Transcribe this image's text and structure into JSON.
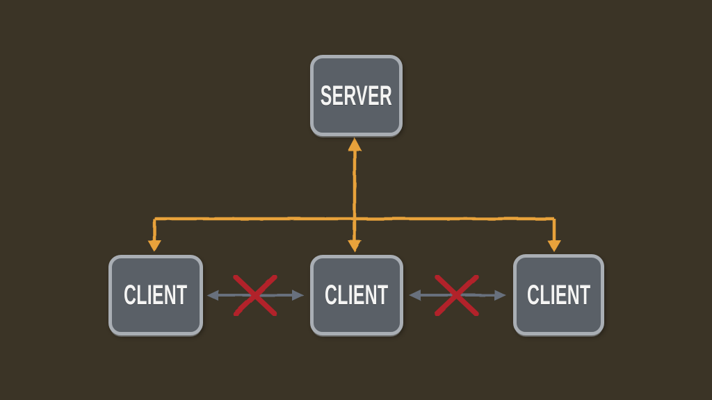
{
  "nodes": {
    "server": {
      "id": "server",
      "label": "SERVER"
    },
    "clients": [
      {
        "id": "client-1",
        "label": "CLIENT"
      },
      {
        "id": "client-2",
        "label": "CLIENT"
      },
      {
        "id": "client-3",
        "label": "CLIENT"
      }
    ]
  },
  "links": [
    {
      "from": "server",
      "to": "client-1",
      "type": "directed-down",
      "color_key": "server_link"
    },
    {
      "from": "server",
      "to": "client-2",
      "type": "bidirectional",
      "color_key": "server_link"
    },
    {
      "from": "server",
      "to": "client-3",
      "type": "directed-down",
      "color_key": "server_link"
    },
    {
      "from": "client-1",
      "to": "client-2",
      "type": "bidirectional-blocked",
      "color_key": "peer_link"
    },
    {
      "from": "client-2",
      "to": "client-3",
      "type": "bidirectional-blocked",
      "color_key": "peer_link"
    }
  ],
  "colors": {
    "background": "#3b3426",
    "node_fill": "#5a6067",
    "node_border": "#a9aeb4",
    "node_text": "#f4f4f3",
    "server_link": "#e8a23b",
    "peer_link": "#67707d",
    "blocked_x": "#b2212b"
  },
  "icons": {
    "server_client_arrows": "orange directed arrowheads",
    "peer_arrows": "gray double-headed arrow",
    "blocked": "red x-mark over peer arrows"
  }
}
